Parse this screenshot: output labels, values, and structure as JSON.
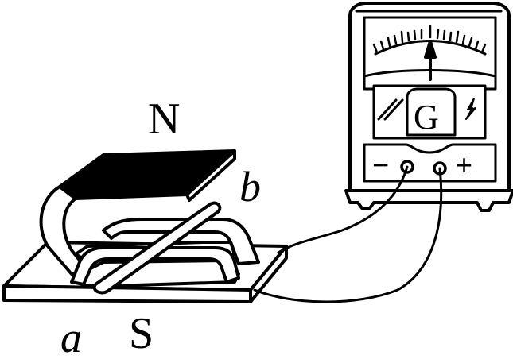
{
  "labels": {
    "north_pole": "N",
    "south_pole": "S",
    "rod_end_a": "a",
    "rod_end_b": "b",
    "galvanometer": "G",
    "terminal_negative": "−",
    "terminal_positive": "+"
  },
  "colors": {
    "stroke": "#000000",
    "background": "#ffffff",
    "magnet_top": "#000000"
  }
}
